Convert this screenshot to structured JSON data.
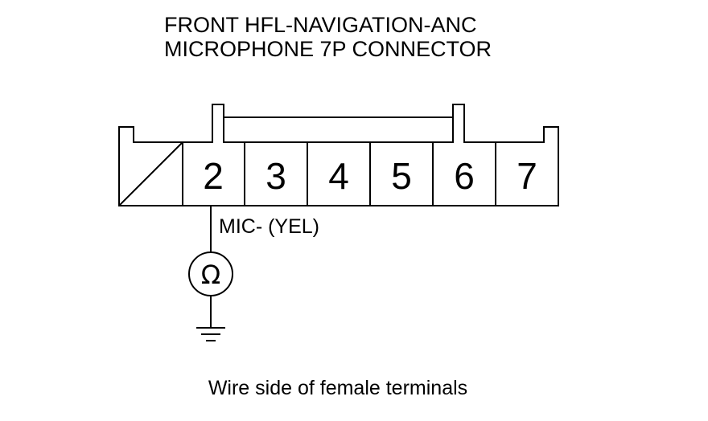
{
  "title": {
    "line1": "FRONT HFL-NAVIGATION-ANC",
    "line2": "MICROPHONE 7P CONNECTOR"
  },
  "connector": {
    "pins": [
      {
        "label": "2"
      },
      {
        "label": "3"
      },
      {
        "label": "4"
      },
      {
        "label": "5"
      },
      {
        "label": "6"
      },
      {
        "label": "7"
      }
    ]
  },
  "wire_label": "MIC- (YEL)",
  "meter_symbol": "Ω",
  "meter_icon": "ohmmeter-icon",
  "ground_icon": "ground-icon",
  "caption": "Wire side of female terminals",
  "colors": {
    "stroke": "#000000",
    "background": "#ffffff"
  }
}
